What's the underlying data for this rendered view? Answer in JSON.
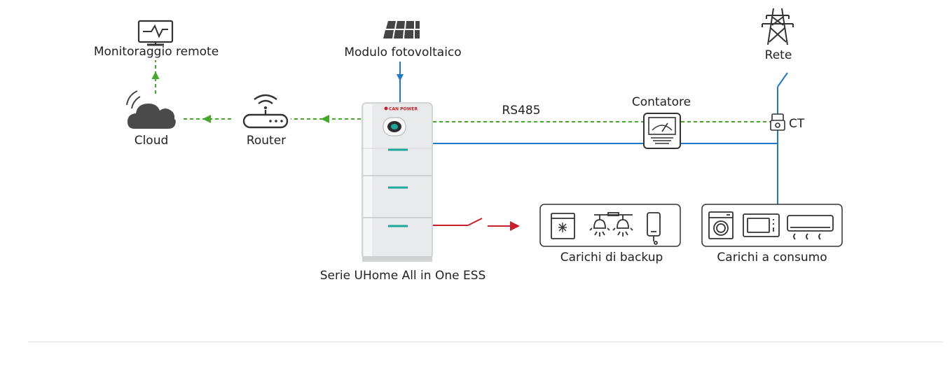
{
  "labels": {
    "monitoring": "Monitoraggio remote",
    "pv_module": "Modulo fotovoltaico",
    "grid": "Rete",
    "cloud": "Cloud",
    "router": "Router",
    "rs485": "RS485",
    "meter": "Contatore",
    "ct": "CT",
    "ess": "Serie UHome All in One ESS",
    "backup_loads": "Carichi di backup",
    "consumption_loads": "Carichi a consumo"
  },
  "brand": {
    "logo_text": "CAN POWER"
  },
  "colors": {
    "power_line": "#1f78c8",
    "comm_line": "#44a829",
    "backup_line": "#c8202a",
    "icon_stroke": "#333333",
    "cabinet": "#e8e9ea",
    "led_accent": "#1aa999"
  },
  "icons": [
    "monitor-icon",
    "solar-panel-icon",
    "pylon-icon",
    "cloud-icon",
    "router-icon",
    "meter-icon",
    "ct-icon",
    "freezer-icon",
    "ceiling-lamp-icon",
    "phone-icon",
    "washing-machine-icon",
    "microwave-icon",
    "air-conditioner-icon"
  ]
}
